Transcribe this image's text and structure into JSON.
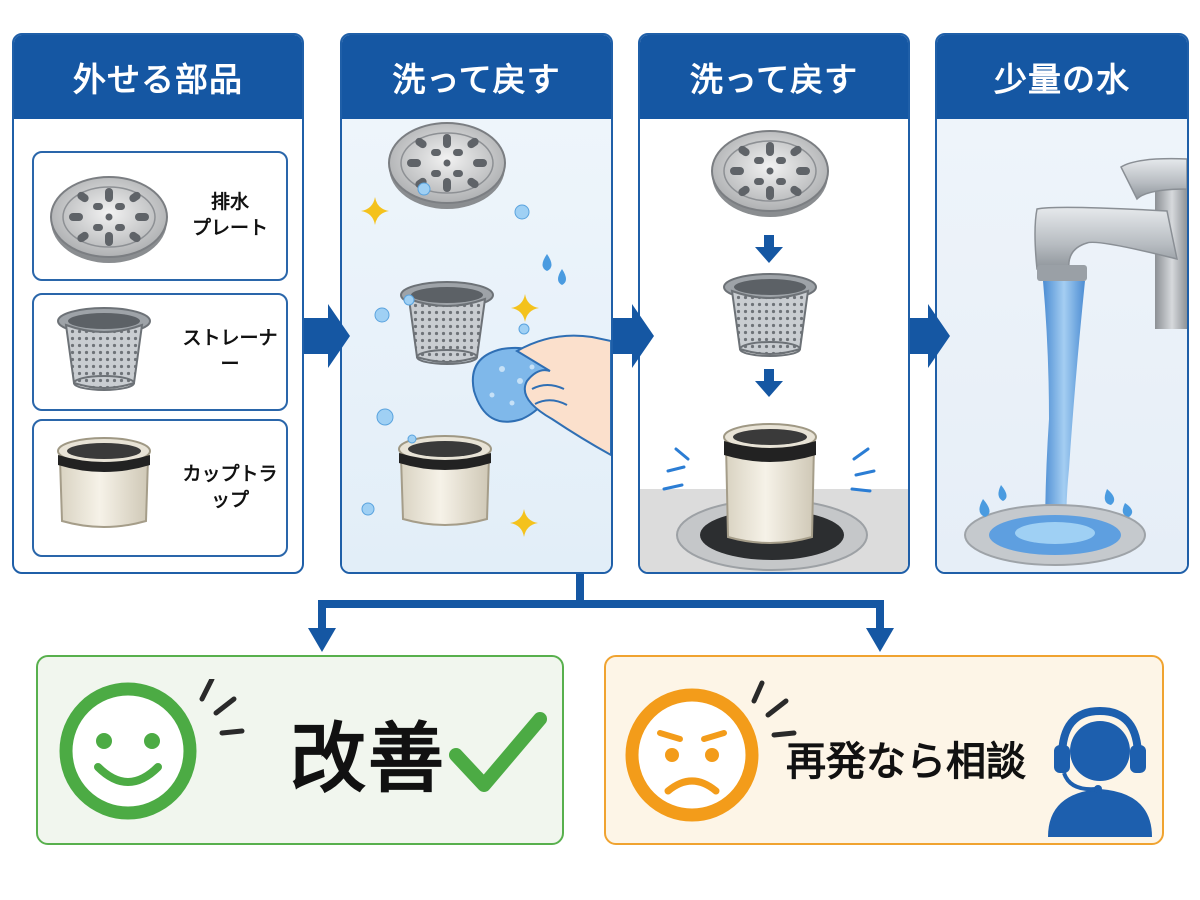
{
  "steps": [
    {
      "title": "外せる部品"
    },
    {
      "title": "洗って戻す"
    },
    {
      "title": "洗って戻す"
    },
    {
      "title": "少量の水"
    }
  ],
  "parts": [
    {
      "label_line1": "排水",
      "label_line2": "プレート"
    },
    {
      "label": "ストレーナー"
    },
    {
      "label": "カップトラップ"
    }
  ],
  "outcomes": {
    "good": {
      "label": "改善",
      "color": "#4cab44"
    },
    "bad": {
      "label": "再発なら相談",
      "color": "#f39c1a"
    }
  },
  "colors": {
    "accent": "#1557a3",
    "water": "#4a90d9"
  }
}
